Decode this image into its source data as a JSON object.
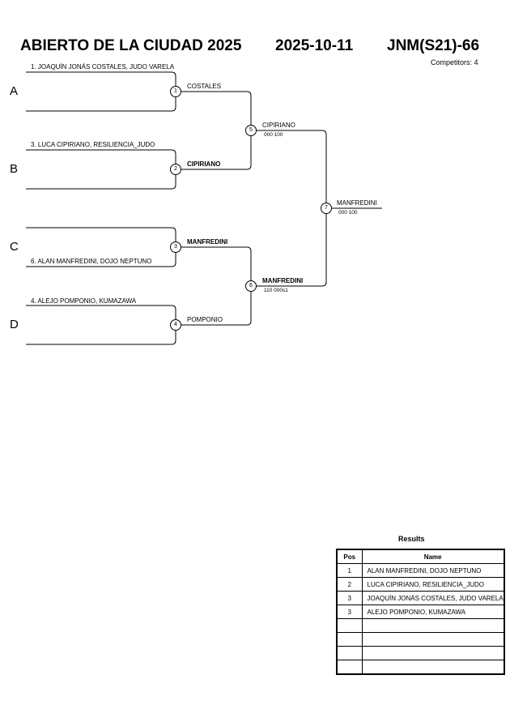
{
  "header": {
    "event": "ABIERTO DE LA CIUDAD 2025",
    "date": "2025-10-11",
    "category": "JNM(S21)-66",
    "competitors": "Competitors: 4"
  },
  "pools": [
    "A",
    "B",
    "C",
    "D"
  ],
  "entries": [
    "1. JOAQUÍN JONÁS COSTALES, JUDO VARELA",
    "3. LUCA CIPIRIANO, RESILIENCIA_JUDO",
    "6. ALAN MANFREDINI, DOJO NEPTUNO",
    "4. ALEJO POMPONIO, KUMAZAWA"
  ],
  "matches": [
    {
      "num": "1",
      "winner": "COSTALES",
      "score": ""
    },
    {
      "num": "2",
      "winner": "CIPIRIANO",
      "score": ""
    },
    {
      "num": "3",
      "winner": "MANFREDINI",
      "score": ""
    },
    {
      "num": "4",
      "winner": "POMPONIO",
      "score": ""
    },
    {
      "num": "5",
      "winner": "CIPIRIANO",
      "score": "000   100"
    },
    {
      "num": "6",
      "winner": "MANFREDINI",
      "score": "110   000s1"
    },
    {
      "num": "7",
      "winner": "MANFREDINI",
      "score": "000   100"
    }
  ],
  "results": {
    "title": "Results",
    "headers": {
      "pos": "Pos",
      "name": "Name"
    },
    "rows": [
      {
        "pos": "1",
        "name": "ALAN MANFREDINI, DOJO NEPTUNO"
      },
      {
        "pos": "2",
        "name": "LUCA CIPIRIANO, RESILIENCIA_JUDO"
      },
      {
        "pos": "3",
        "name": "JOAQUÍN JONÁS COSTALES, JUDO VARELA"
      },
      {
        "pos": "3",
        "name": "ALEJO POMPONIO, KUMAZAWA"
      },
      {
        "pos": "",
        "name": ""
      },
      {
        "pos": "",
        "name": ""
      },
      {
        "pos": "",
        "name": ""
      },
      {
        "pos": "",
        "name": ""
      }
    ]
  }
}
